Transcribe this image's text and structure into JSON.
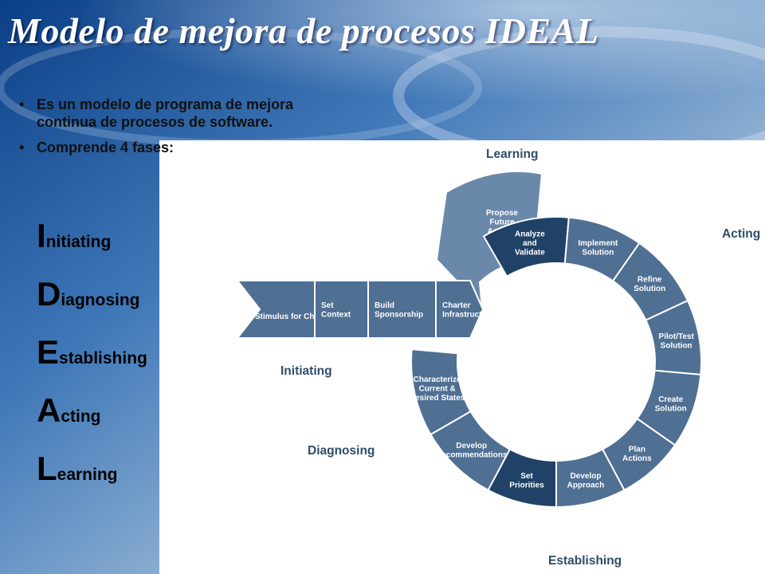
{
  "title": "Modelo de mejora de procesos IDEAL",
  "bullets": [
    "Es un modelo de programa de mejora continua de procesos de software.",
    "Comprende 4 fases:"
  ],
  "acronym": [
    {
      "initial": "I",
      "rest": "nitiating"
    },
    {
      "initial": "D",
      "rest": "iagnosing"
    },
    {
      "initial": "E",
      "rest": "stablishing"
    },
    {
      "initial": "A",
      "rest": "cting"
    },
    {
      "initial": "L",
      "rest": "earning"
    }
  ],
  "diagram": {
    "phase_labels": {
      "learning": "Learning",
      "acting": "Acting",
      "initiating": "Initiating",
      "diagnosing": "Diagnosing",
      "establishing": "Establishing"
    },
    "stimulus": "Stimulus for Change",
    "initiating_steps": [
      [
        "Set",
        "Context"
      ],
      [
        "Build",
        "Sponsorship"
      ],
      [
        "Charter",
        "Infrastructure"
      ]
    ],
    "ring_steps": [
      [
        "Analyze",
        "and",
        "Validate"
      ],
      [
        "Implement",
        "Solution"
      ],
      [
        "Refine",
        "Solution"
      ],
      [
        "Pilot/Test",
        "Solution"
      ],
      [
        "Create",
        "Solution"
      ],
      [
        "Plan",
        "Actions"
      ],
      [
        "Develop",
        "Approach"
      ],
      [
        "Set",
        "Priorities"
      ],
      [
        "Develop",
        "Recommendations"
      ],
      [
        "Characterize",
        "Current &",
        "Desired States"
      ]
    ],
    "propose_step": [
      "Propose",
      "Future",
      "Actions"
    ],
    "colors": {
      "dark": "#1f4266",
      "mid": "#4f6f93",
      "light": "#6a88aa",
      "label": "#2f4d6a",
      "panel": "#ffffff"
    }
  }
}
